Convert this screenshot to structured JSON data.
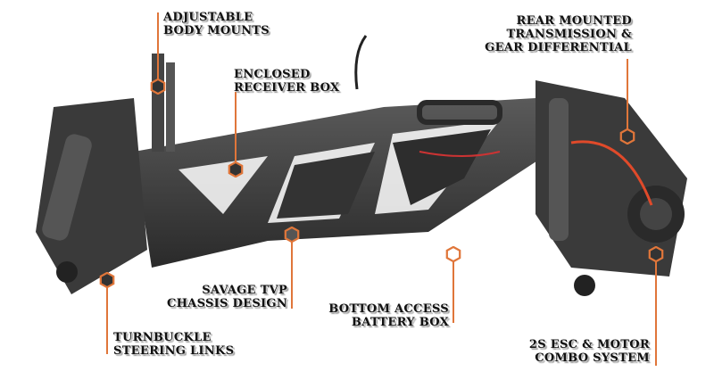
{
  "colors": {
    "accent": "#e0763a",
    "chassis": "#3a3a3a"
  },
  "callouts": [
    {
      "id": "body-mounts",
      "lines": [
        "ADJUSTABLE",
        "BODY MOUNTS"
      ]
    },
    {
      "id": "receiver-box",
      "lines": [
        "ENCLOSED",
        "RECEIVER BOX"
      ]
    },
    {
      "id": "transmission",
      "lines": [
        "REAR MOUNTED",
        "TRANSMISSION &",
        "GEAR DIFFERENTIAL"
      ]
    },
    {
      "id": "chassis-design",
      "lines": [
        "SAVAGE  TVP",
        "CHASSIS DESIGN"
      ]
    },
    {
      "id": "battery-box",
      "lines": [
        "BOTTOM ACCESS",
        "BATTERY BOX"
      ]
    },
    {
      "id": "steering-links",
      "lines": [
        "TURNBUCKLE",
        "STEERING LINKS"
      ]
    },
    {
      "id": "esc-motor",
      "lines": [
        "2S ESC & MOTOR",
        "COMBO SYSTEM"
      ]
    }
  ]
}
